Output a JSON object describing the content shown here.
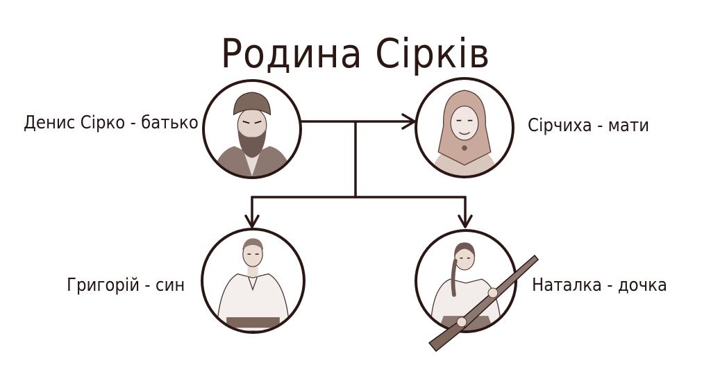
{
  "title": "Родина Сірків",
  "colors": {
    "line": "#2a1715",
    "text": "#221513",
    "sepia_dark": "#6e5a52",
    "sepia_mid": "#a38f86",
    "sepia_light": "#d9ccc6",
    "background": "#ffffff"
  },
  "members": [
    {
      "id": "father",
      "label": "Денис Сірко - батько",
      "portrait_icon": "cossack-man-fur-hat-portrait"
    },
    {
      "id": "mother",
      "label": "Сірчиха - мати",
      "portrait_icon": "woman-headscarf-portrait"
    },
    {
      "id": "son",
      "label": "Григорій - син",
      "portrait_icon": "young-man-shirt-portrait"
    },
    {
      "id": "daughter",
      "label": "Наталка - дочка",
      "portrait_icon": "girl-with-rifle-portrait"
    }
  ],
  "relations": [
    {
      "from": "father",
      "to": "mother",
      "type": "spouse-arrow"
    },
    {
      "from": "father-mother",
      "to": "son",
      "type": "child-arrow"
    },
    {
      "from": "father-mother",
      "to": "daughter",
      "type": "child-arrow"
    }
  ]
}
